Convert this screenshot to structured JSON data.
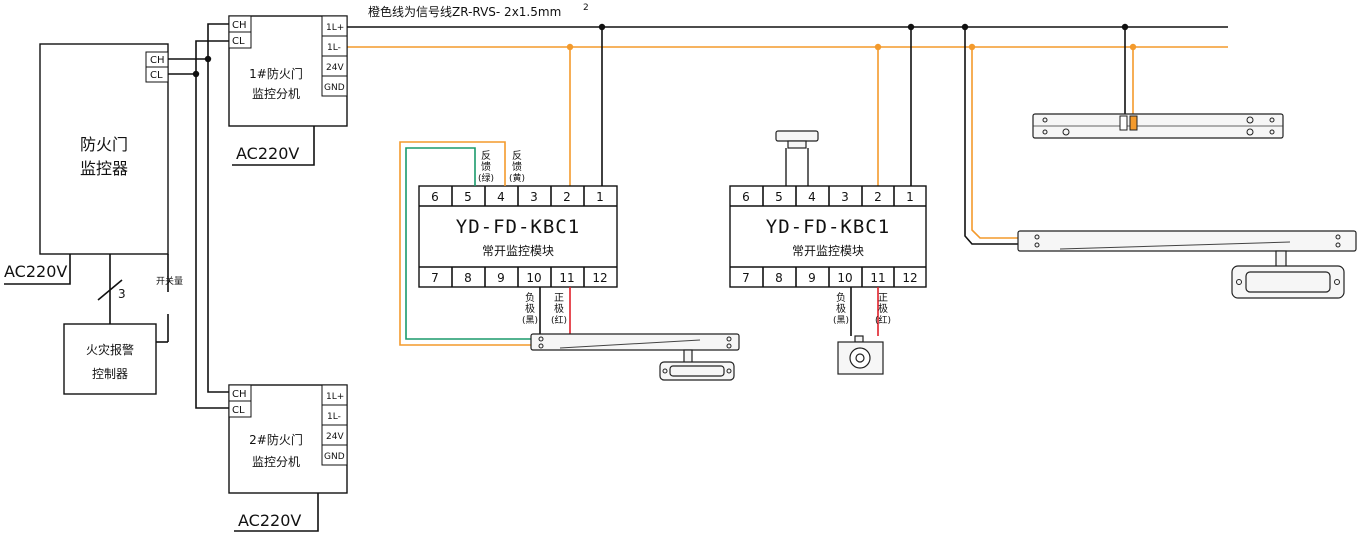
{
  "signal_note": "橙色线为信号线ZR-RVS- 2x1.5mm",
  "signal_note_sup": "2",
  "monitor": {
    "line1": "防火门",
    "line2": "监控器",
    "ch": "CH",
    "cl": "CL",
    "power": "AC220V"
  },
  "alarm": {
    "line1": "火灾报警",
    "line2": "控制器",
    "bus_count": "3",
    "switch_label": "开关量"
  },
  "sub1": {
    "ch": "CH",
    "cl": "CL",
    "line1": "1#防火门",
    "line2": "监控分机",
    "power": "AC220V",
    "terms": [
      "1L+",
      "1L-",
      "24V",
      "GND"
    ]
  },
  "sub2": {
    "ch": "CH",
    "cl": "CL",
    "line1": "2#防火门",
    "line2": "监控分机",
    "power": "AC220V",
    "terms": [
      "1L+",
      "1L-",
      "24V",
      "GND"
    ]
  },
  "module_a": {
    "model": "YD-FD-KBC1",
    "name": "常开监控模块",
    "top_pins": [
      "6",
      "5",
      "4",
      "3",
      "2",
      "1"
    ],
    "bottom_pins": [
      "7",
      "8",
      "9",
      "10",
      "11",
      "12"
    ]
  },
  "module_b": {
    "model": "YD-FD-KBC1",
    "name": "常开监控模块",
    "top_pins": [
      "6",
      "5",
      "4",
      "3",
      "2",
      "1"
    ],
    "bottom_pins": [
      "7",
      "8",
      "9",
      "10",
      "11",
      "12"
    ]
  },
  "wire_labels": {
    "feedback_green": [
      "反",
      "馈",
      "(绿)"
    ],
    "feedback_yellow": [
      "反",
      "馈",
      "(黄)"
    ],
    "negative_a": [
      "负",
      "极",
      "(黑)"
    ],
    "positive_a": [
      "正",
      "极",
      "(红)"
    ],
    "negative_b": [
      "负",
      "极",
      "(黑)"
    ],
    "positive_b": [
      "正",
      "极",
      "(红)"
    ]
  }
}
